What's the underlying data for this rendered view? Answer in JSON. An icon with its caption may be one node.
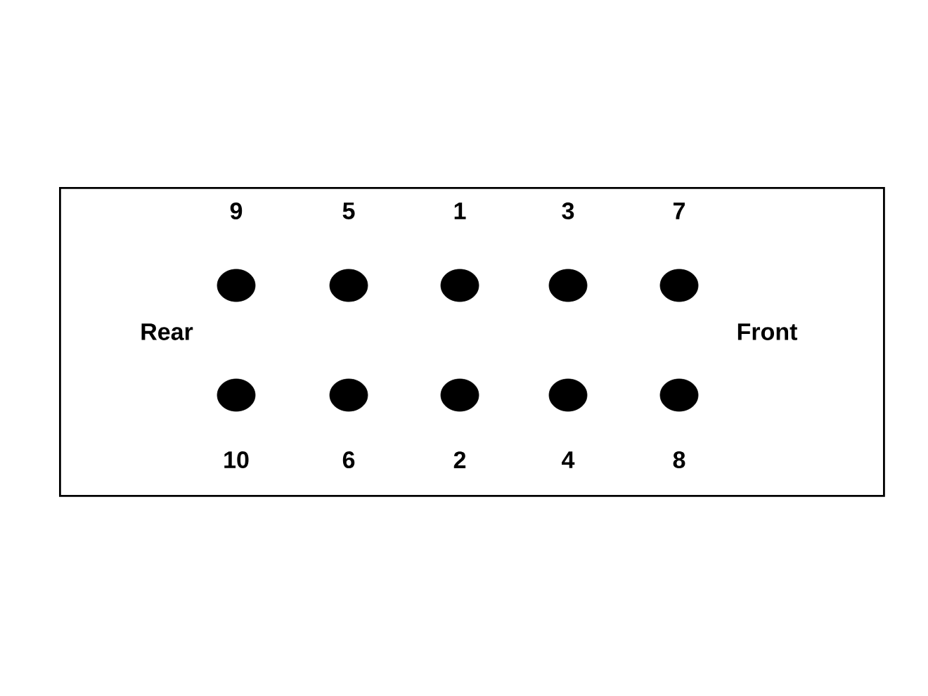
{
  "diagram": {
    "nodes": [
      {
        "text": [
          "Rear",
          "Front"
        ]
      },
      {
        "text": [],
        "shape": "circle",
        "in": 0,
        "beside": [
          "9"
        ]
      },
      {
        "text": [],
        "shape": "circle",
        "in": 0,
        "beside": [
          "5"
        ]
      },
      {
        "text": [],
        "shape": "circle",
        "in": 0,
        "beside": [
          "1"
        ]
      },
      {
        "text": [],
        "shape": "circle",
        "in": 0,
        "beside": [
          "3"
        ]
      },
      {
        "text": [],
        "shape": "circle",
        "in": 0,
        "beside": [
          "7"
        ]
      },
      {
        "text": [],
        "shape": "circle",
        "in": 0,
        "beside": [
          "10"
        ]
      },
      {
        "text": [],
        "shape": "circle",
        "in": 0,
        "beside": [
          "6"
        ]
      },
      {
        "text": [],
        "shape": "circle",
        "in": 0,
        "beside": [
          "2"
        ]
      },
      {
        "text": [],
        "shape": "circle",
        "in": 0,
        "beside": [
          "4"
        ]
      },
      {
        "text": [],
        "shape": "circle",
        "in": 0,
        "beside": [
          "8"
        ]
      }
    ]
  }
}
